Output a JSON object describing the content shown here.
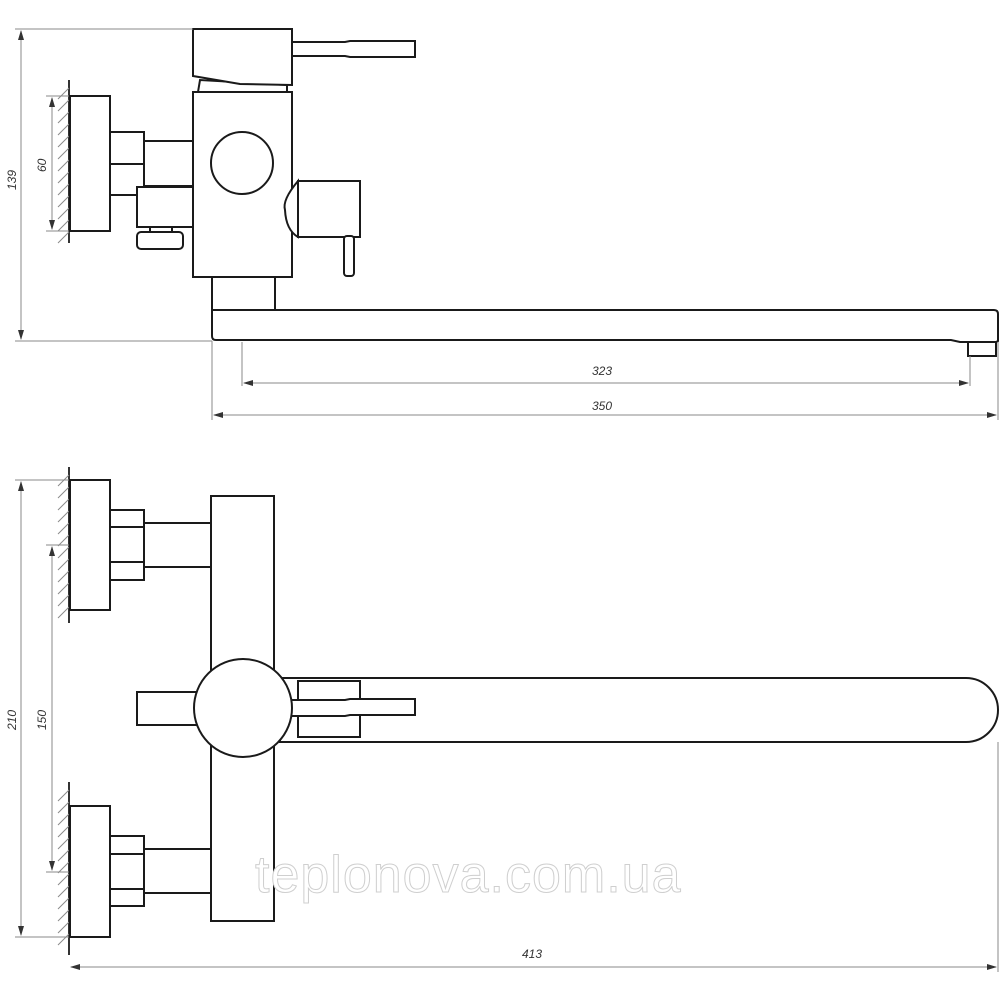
{
  "drawing": {
    "subject": "Wall-mounted bath faucet technical drawing",
    "views": [
      "side-view",
      "front-view"
    ]
  },
  "side_view": {
    "dimensions": {
      "height_total": "139",
      "mount_height": "60",
      "spout_reach_to_outlet": "323",
      "spout_length_total": "350"
    }
  },
  "front_view": {
    "dimensions": {
      "height_total": "210",
      "inlet_spacing": "150",
      "total_width": "413"
    }
  },
  "watermark": "teplonova.com.ua",
  "colors": {
    "line": "#1a1a1a",
    "dimension": "#8a8a8a",
    "background": "#ffffff"
  }
}
